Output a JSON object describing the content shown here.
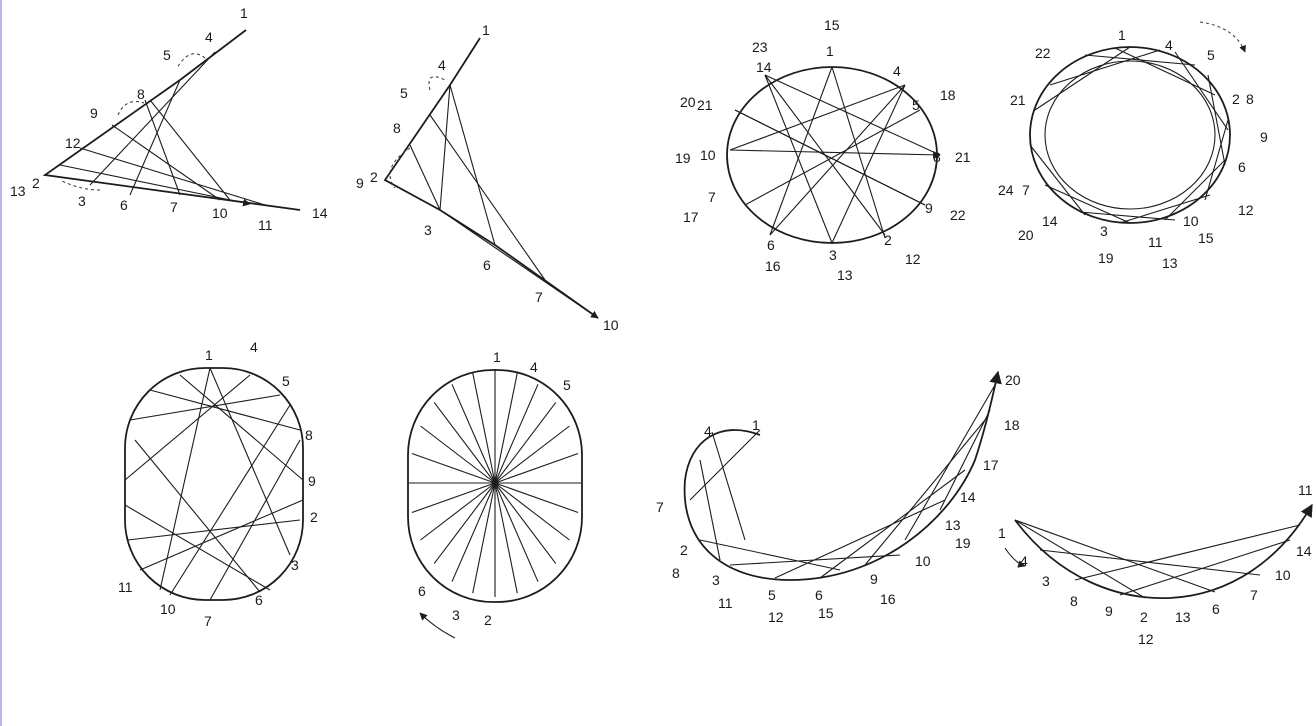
{
  "frame": {
    "edge_color": "#b9b8e8",
    "ink_color": "#1d1d1d"
  },
  "diagrams": [
    {
      "name": "angle-pattern",
      "labels": [
        "1",
        "4",
        "5",
        "8",
        "9",
        "12",
        "13",
        "2",
        "3",
        "6",
        "7",
        "10",
        "11",
        "14"
      ]
    },
    {
      "name": "curve-pattern",
      "labels": [
        "1",
        "4",
        "5",
        "8",
        "9",
        "2",
        "3",
        "6",
        "7",
        "10"
      ]
    },
    {
      "name": "star-circle",
      "labels": [
        "15",
        "1",
        "23",
        "14",
        "4",
        "5",
        "18",
        "20",
        "21",
        "19",
        "10",
        "8",
        "21",
        "7",
        "9",
        "22",
        "17",
        "6",
        "16",
        "3",
        "2",
        "13",
        "12"
      ]
    },
    {
      "name": "ring-circle",
      "labels": [
        "1",
        "22",
        "4",
        "5",
        "21",
        "2",
        "8",
        "9",
        "6",
        "24",
        "7",
        "12",
        "20",
        "14",
        "15",
        "11",
        "10",
        "19",
        "3",
        "13"
      ]
    },
    {
      "name": "rounded-rect-mesh",
      "labels": [
        "1",
        "4",
        "5",
        "8",
        "9",
        "2",
        "3",
        "6",
        "7",
        "10",
        "11"
      ]
    },
    {
      "name": "radial-rounded-rect",
      "labels": [
        "1",
        "4",
        "5",
        "6",
        "3",
        "2"
      ]
    },
    {
      "name": "spiral-hook",
      "labels": [
        "20",
        "18",
        "17",
        "14",
        "13",
        "19",
        "10",
        "16",
        "9",
        "15",
        "6",
        "5",
        "12",
        "3",
        "11",
        "8",
        "2",
        "7",
        "4",
        "1"
      ]
    },
    {
      "name": "shallow-arc",
      "labels": [
        "1",
        "4",
        "3",
        "8",
        "9",
        "2",
        "13",
        "6",
        "7",
        "10",
        "11",
        "14",
        "12"
      ]
    }
  ]
}
